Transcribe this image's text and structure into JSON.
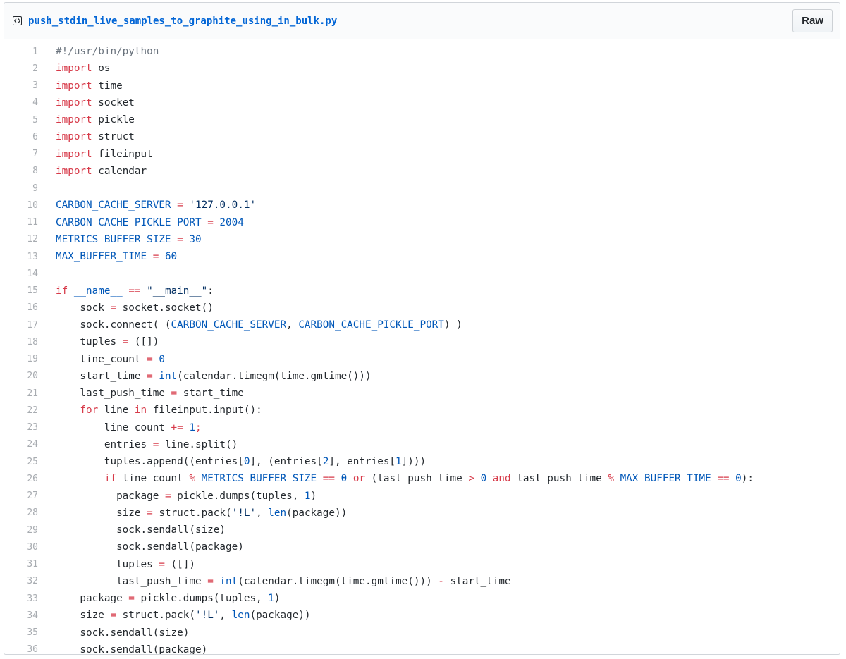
{
  "file": {
    "name": "push_stdin_live_samples_to_graphite_using_in_bulk.py",
    "raw_label": "Raw"
  },
  "colors": {
    "keyword": "#d73a49",
    "constant": "#0057b8",
    "string": "#032f62",
    "comment": "#6a737d",
    "text": "#24292e",
    "link": "#0366d6"
  },
  "code": {
    "lines": [
      [
        [
          "cm",
          "#!/usr/bin/python"
        ]
      ],
      [
        [
          "k",
          "import"
        ],
        [
          "n",
          " os"
        ]
      ],
      [
        [
          "k",
          "import"
        ],
        [
          "n",
          " time"
        ]
      ],
      [
        [
          "k",
          "import"
        ],
        [
          "n",
          " socket"
        ]
      ],
      [
        [
          "k",
          "import"
        ],
        [
          "n",
          " pickle"
        ]
      ],
      [
        [
          "k",
          "import"
        ],
        [
          "n",
          " struct"
        ]
      ],
      [
        [
          "k",
          "import"
        ],
        [
          "n",
          " fileinput"
        ]
      ],
      [
        [
          "k",
          "import"
        ],
        [
          "n",
          " calendar"
        ]
      ],
      [],
      [
        [
          "c",
          "CARBON_CACHE_SERVER"
        ],
        [
          "n",
          " "
        ],
        [
          "k",
          "="
        ],
        [
          "n",
          " "
        ],
        [
          "s",
          "'127.0.0.1'"
        ]
      ],
      [
        [
          "c",
          "CARBON_CACHE_PICKLE_PORT"
        ],
        [
          "n",
          " "
        ],
        [
          "k",
          "="
        ],
        [
          "n",
          " "
        ],
        [
          "c",
          "2004"
        ]
      ],
      [
        [
          "c",
          "METRICS_BUFFER_SIZE"
        ],
        [
          "n",
          " "
        ],
        [
          "k",
          "="
        ],
        [
          "n",
          " "
        ],
        [
          "c",
          "30"
        ]
      ],
      [
        [
          "c",
          "MAX_BUFFER_TIME"
        ],
        [
          "n",
          " "
        ],
        [
          "k",
          "="
        ],
        [
          "n",
          " "
        ],
        [
          "c",
          "60"
        ]
      ],
      [],
      [
        [
          "k",
          "if"
        ],
        [
          "n",
          " "
        ],
        [
          "c",
          "__name__"
        ],
        [
          "n",
          " "
        ],
        [
          "k",
          "=="
        ],
        [
          "n",
          " "
        ],
        [
          "s",
          "\"__main__\""
        ],
        [
          "n",
          ":"
        ]
      ],
      [
        [
          "n",
          "    sock "
        ],
        [
          "k",
          "="
        ],
        [
          "n",
          " socket.socket()"
        ]
      ],
      [
        [
          "n",
          "    sock.connect( ("
        ],
        [
          "c",
          "CARBON_CACHE_SERVER"
        ],
        [
          "n",
          ", "
        ],
        [
          "c",
          "CARBON_CACHE_PICKLE_PORT"
        ],
        [
          "n",
          ") )"
        ]
      ],
      [
        [
          "n",
          "    tuples "
        ],
        [
          "k",
          "="
        ],
        [
          "n",
          " ([])"
        ]
      ],
      [
        [
          "n",
          "    line_count "
        ],
        [
          "k",
          "="
        ],
        [
          "n",
          " "
        ],
        [
          "c",
          "0"
        ]
      ],
      [
        [
          "n",
          "    start_time "
        ],
        [
          "k",
          "="
        ],
        [
          "n",
          " "
        ],
        [
          "c",
          "int"
        ],
        [
          "n",
          "(calendar.timegm(time.gmtime()))"
        ]
      ],
      [
        [
          "n",
          "    last_push_time "
        ],
        [
          "k",
          "="
        ],
        [
          "n",
          " start_time"
        ]
      ],
      [
        [
          "n",
          "    "
        ],
        [
          "k",
          "for"
        ],
        [
          "n",
          " line "
        ],
        [
          "k",
          "in"
        ],
        [
          "n",
          " fileinput.input():"
        ]
      ],
      [
        [
          "n",
          "        line_count "
        ],
        [
          "k",
          "+="
        ],
        [
          "n",
          " "
        ],
        [
          "c",
          "1"
        ],
        [
          "k",
          ";"
        ]
      ],
      [
        [
          "n",
          "        entries "
        ],
        [
          "k",
          "="
        ],
        [
          "n",
          " line.split()"
        ]
      ],
      [
        [
          "n",
          "        tuples.append((entries["
        ],
        [
          "c",
          "0"
        ],
        [
          "n",
          "], (entries["
        ],
        [
          "c",
          "2"
        ],
        [
          "n",
          "], entries["
        ],
        [
          "c",
          "1"
        ],
        [
          "n",
          "])))"
        ]
      ],
      [
        [
          "n",
          "        "
        ],
        [
          "k",
          "if"
        ],
        [
          "n",
          " line_count "
        ],
        [
          "k",
          "%"
        ],
        [
          "n",
          " "
        ],
        [
          "c",
          "METRICS_BUFFER_SIZE"
        ],
        [
          "n",
          " "
        ],
        [
          "k",
          "=="
        ],
        [
          "n",
          " "
        ],
        [
          "c",
          "0"
        ],
        [
          "n",
          " "
        ],
        [
          "k",
          "or"
        ],
        [
          "n",
          " (last_push_time "
        ],
        [
          "k",
          ">"
        ],
        [
          "n",
          " "
        ],
        [
          "c",
          "0"
        ],
        [
          "n",
          " "
        ],
        [
          "k",
          "and"
        ],
        [
          "n",
          " last_push_time "
        ],
        [
          "k",
          "%"
        ],
        [
          "n",
          " "
        ],
        [
          "c",
          "MAX_BUFFER_TIME"
        ],
        [
          "n",
          " "
        ],
        [
          "k",
          "=="
        ],
        [
          "n",
          " "
        ],
        [
          "c",
          "0"
        ],
        [
          "n",
          "):"
        ]
      ],
      [
        [
          "n",
          "          package "
        ],
        [
          "k",
          "="
        ],
        [
          "n",
          " pickle.dumps(tuples, "
        ],
        [
          "c",
          "1"
        ],
        [
          "n",
          ")"
        ]
      ],
      [
        [
          "n",
          "          size "
        ],
        [
          "k",
          "="
        ],
        [
          "n",
          " struct.pack("
        ],
        [
          "s",
          "'!L'"
        ],
        [
          "n",
          ", "
        ],
        [
          "c",
          "len"
        ],
        [
          "n",
          "(package))"
        ]
      ],
      [
        [
          "n",
          "          sock.sendall(size)"
        ]
      ],
      [
        [
          "n",
          "          sock.sendall(package)"
        ]
      ],
      [
        [
          "n",
          "          tuples "
        ],
        [
          "k",
          "="
        ],
        [
          "n",
          " ([])"
        ]
      ],
      [
        [
          "n",
          "          last_push_time "
        ],
        [
          "k",
          "="
        ],
        [
          "n",
          " "
        ],
        [
          "c",
          "int"
        ],
        [
          "n",
          "(calendar.timegm(time.gmtime())) "
        ],
        [
          "k",
          "-"
        ],
        [
          "n",
          " start_time"
        ]
      ],
      [
        [
          "n",
          "    package "
        ],
        [
          "k",
          "="
        ],
        [
          "n",
          " pickle.dumps(tuples, "
        ],
        [
          "c",
          "1"
        ],
        [
          "n",
          ")"
        ]
      ],
      [
        [
          "n",
          "    size "
        ],
        [
          "k",
          "="
        ],
        [
          "n",
          " struct.pack("
        ],
        [
          "s",
          "'!L'"
        ],
        [
          "n",
          ", "
        ],
        [
          "c",
          "len"
        ],
        [
          "n",
          "(package))"
        ]
      ],
      [
        [
          "n",
          "    sock.sendall(size)"
        ]
      ],
      [
        [
          "n",
          "    sock.sendall(package)"
        ]
      ]
    ]
  }
}
